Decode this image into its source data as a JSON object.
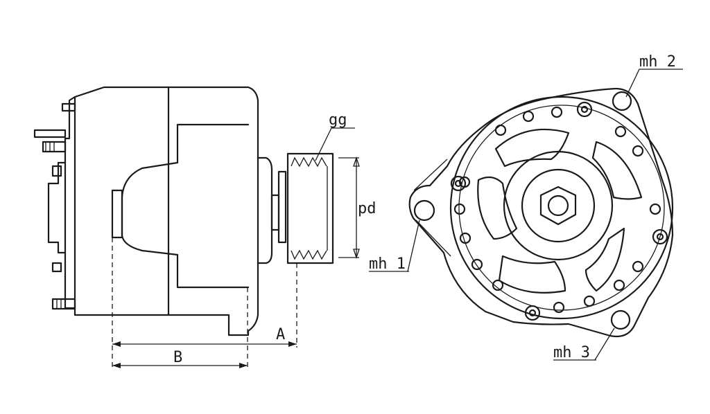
{
  "labels": {
    "groove": "gg",
    "pulley_diameter": "pd",
    "dim_a": "A",
    "dim_b": "B",
    "mount_hole_1": "mh 1",
    "mount_hole_2": "mh 2",
    "mount_hole_3": "mh 3"
  },
  "colors": {
    "line": "#1a1a1a",
    "background": "#ffffff"
  }
}
